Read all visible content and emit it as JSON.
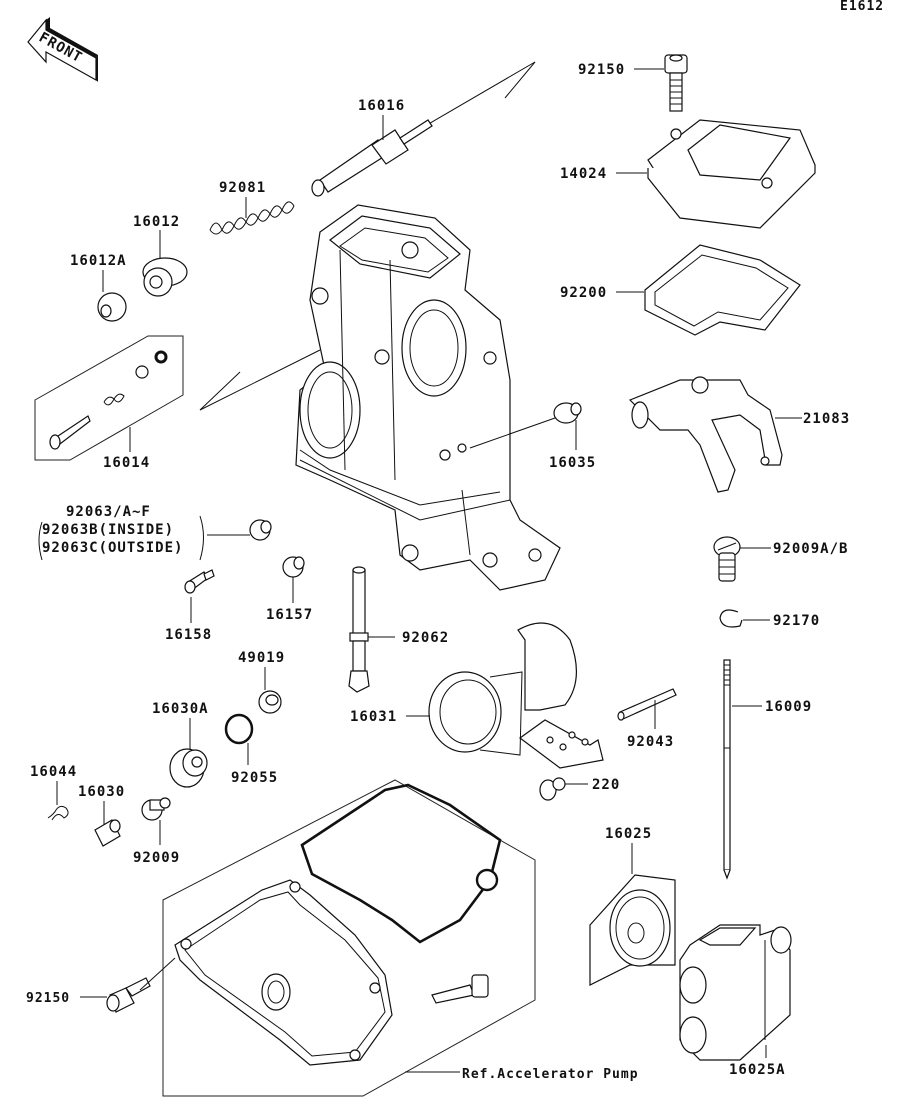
{
  "diagram": {
    "code": "E1612",
    "front_label": "FRONT",
    "labels": {
      "p92150_top": "92150",
      "p14024": "14024",
      "p92200": "92200",
      "p21083": "21083",
      "p16016": "16016",
      "p92081": "92081",
      "p16012": "16012",
      "p16012A": "16012A",
      "p16014": "16014",
      "p16035": "16035",
      "p92063_line1": "92063/A~F",
      "p92063_line2": "92063B(INSIDE)",
      "p92063_line3": "92063C(OUTSIDE)",
      "p16158": "16158",
      "p16157": "16157",
      "p92062": "92062",
      "p49019": "49019",
      "p16030A": "16030A",
      "p92055": "92055",
      "p16044": "16044",
      "p16030": "16030",
      "p92009": "92009",
      "p16031": "16031",
      "p92043": "92043",
      "p220": "220",
      "p92009AB": "92009A/B",
      "p92170": "92170",
      "p16009": "16009",
      "p16025": "16025",
      "p16025A": "16025A",
      "p92150_bottom": "92150",
      "ref_accel_pump": "Ref.Accelerator Pump"
    }
  }
}
